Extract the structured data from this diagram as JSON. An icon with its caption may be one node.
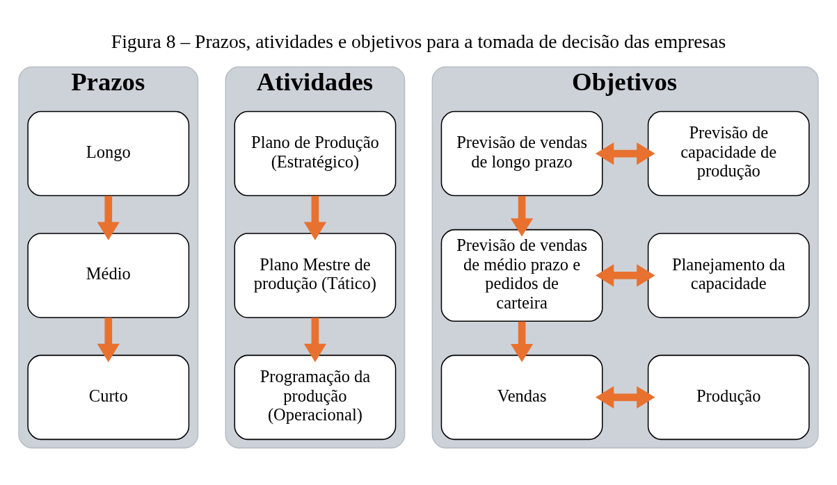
{
  "diagram": {
    "title": "Figura 8 – Prazos, atividades e objetivos para a tomada de decisão das empresas",
    "nodes": [
      {
        "text": [
          "Prazos"
        ]
      },
      {
        "text": [
          "Longo"
        ],
        "in": 0
      },
      {
        "text": [
          "Médio"
        ],
        "in": 0
      },
      {
        "text": [
          "Curto"
        ],
        "in": 0
      },
      {
        "text": [
          "Atividades"
        ]
      },
      {
        "text": [
          "Plano de Produção (Estratégico)"
        ],
        "in": 4
      },
      {
        "text": [
          "Plano Mestre de produção (Tático)"
        ],
        "in": 4
      },
      {
        "text": [
          "Programação da produção (Operacional)"
        ],
        "in": 4
      },
      {
        "text": [
          "Objetivos"
        ]
      },
      {
        "text": [
          "Previsão de vendas de longo prazo"
        ],
        "in": 8
      },
      {
        "text": [
          "Previsão de vendas de médio prazo e pedidos de carteira"
        ],
        "in": 8
      },
      {
        "text": [
          "Vendas"
        ],
        "in": 8
      },
      {
        "text": [
          "Previsão de capacidade de produção"
        ],
        "in": 8
      },
      {
        "text": [
          "Planejamento da capacidade"
        ],
        "in": 8
      },
      {
        "text": [
          "Produção"
        ],
        "in": 8
      }
    ],
    "edges": [
      {
        "from": 1,
        "to": 2,
        "arrow": "to"
      },
      {
        "from": 2,
        "to": 3,
        "arrow": "to"
      },
      {
        "from": 5,
        "to": 6,
        "arrow": "to"
      },
      {
        "from": 6,
        "to": 7,
        "arrow": "to"
      },
      {
        "from": 9,
        "to": 10,
        "arrow": "to"
      },
      {
        "from": 10,
        "to": 11,
        "arrow": "to"
      },
      {
        "from": 9,
        "to": 12,
        "arrow": "both"
      },
      {
        "from": 10,
        "to": 13,
        "arrow": "both"
      },
      {
        "from": 11,
        "to": 14,
        "arrow": "both"
      }
    ]
  }
}
